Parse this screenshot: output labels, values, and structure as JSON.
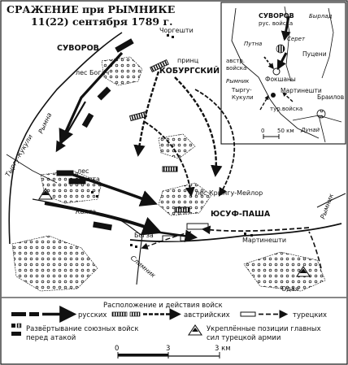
{
  "title": {
    "line1": "СРАЖЕНИЕ при РЫМНИКЕ",
    "line2": "11(22) сентября 1789 г."
  },
  "places": {
    "chorgeshti": "Чоргешти",
    "suvorov": "СУВОРОВ",
    "prince": "принц",
    "koburgsky": "КОБУРГСКИЙ",
    "les_bogach": "лес Богач",
    "les_kaiata": "лес",
    "kaiata_forest_name": "Каята",
    "les_kryngu": "лес Крынгу-Мейлор",
    "yusuf": "ЮСУФ-ПАША",
    "martineshti": "Мартинешти",
    "bogza": "Богза",
    "oday": "Одая"
  },
  "rivers": {
    "tyrgu_kukuli": "Тыргу-Кукули",
    "rymna": "Рымна",
    "kaiata": "Каята",
    "slimnik": "Слимник",
    "rymnik": "Рымник"
  },
  "inset": {
    "suvorov": "СУВОРОВ",
    "rus_troops": "рус. войска",
    "byrlad": "Бырлад",
    "putna": "Путна",
    "seret": "Серет",
    "putseni": "Пуцени",
    "austr_troops_1": "австр.",
    "austr_troops_2": "войска",
    "fokshany": "Фокшаны",
    "martineshti": "Мартинешти",
    "rymnik": "Рымник",
    "tyrgu_kukuli_1": "Тыргу-",
    "tyrgu_kukuli_2": "Кукули",
    "turk_troops": "тур.войска",
    "brailov": "Браилов",
    "dunai": "Дунай",
    "scale_0": "0",
    "scale_50": "50 км"
  },
  "legend": {
    "heading": "Расположение и действия войск",
    "russian": "русских",
    "austrian": "австрийских",
    "turkish": "турецких",
    "deploy_1": "Развёртывание союзных войск",
    "deploy_2": "перед атакой",
    "fort_1": "Укреплённые позиции главных",
    "fort_2": "сил турецкой армии",
    "scale_0": "0",
    "scale_3": "3",
    "scale_km": "3 км"
  },
  "colors": {
    "ink": "#111111",
    "paper": "#ffffff"
  }
}
